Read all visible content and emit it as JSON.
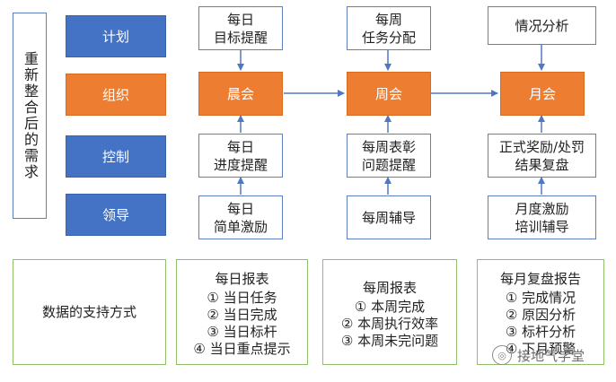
{
  "left_title": "重新整合后的需求",
  "row_labels": [
    "计划",
    "组织",
    "控制",
    "领导"
  ],
  "hubs": {
    "daily": "晨会",
    "weekly": "周会",
    "monthly": "月会"
  },
  "daily": {
    "top": [
      "每日",
      "目标提醒"
    ],
    "mid": [
      "每日",
      "进度提醒"
    ],
    "bottom": [
      "每日",
      "简单激励"
    ]
  },
  "weekly": {
    "top": [
      "每周",
      "任务分配"
    ],
    "mid": [
      "每周表彰",
      "问题提醒"
    ],
    "bottom": [
      "每周辅导"
    ]
  },
  "monthly": {
    "top": [
      "情况分析"
    ],
    "mid": [
      "正式奖励/处罚",
      "结果复盘"
    ],
    "bottom": [
      "月度激励",
      "培训辅导"
    ]
  },
  "support": {
    "label": "数据的支持方式",
    "daily": {
      "title": "每日报表",
      "items": [
        "① 当日任务",
        "② 当日完成",
        "③ 当日标杆",
        "④ 当日重点提示"
      ]
    },
    "weekly": {
      "title": "每周报表",
      "items": [
        "① 本周完成",
        "② 本周执行效率",
        "③ 本周未完问题"
      ]
    },
    "monthly": {
      "title": "每月复盘报告",
      "items": [
        "① 完成情况",
        "② 原因分析",
        "③ 标杆分析",
        "④ 下月预警"
      ]
    }
  },
  "watermark": "接地气学堂",
  "colors": {
    "blue": "#4472c4",
    "orange": "#ed7d31",
    "green_border": "#8fbf6a",
    "blue_border": "#5b7fbf",
    "arrow": "#4f78c2"
  }
}
